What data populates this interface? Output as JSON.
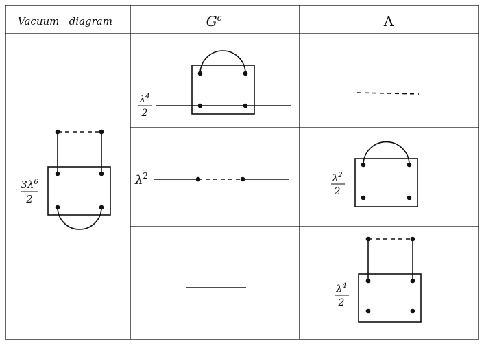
{
  "table": {
    "headers": {
      "vacuum": "Vacuum   diagram",
      "gc_base": "G",
      "gc_sup": "c",
      "lambda": "Λ"
    },
    "coefficients": {
      "vacuum_num": "3λ",
      "vacuum_num_exp": "6",
      "vacuum_den": "2",
      "gc1_num": "λ",
      "gc1_num_exp": "4",
      "gc1_den": "2",
      "gc2_base": "λ",
      "gc2_exp": "2",
      "lam2_num": "λ",
      "lam2_num_exp": "2",
      "lam2_den": "2",
      "lam3_num": "λ",
      "lam3_num_exp": "4",
      "lam3_den": "2"
    }
  }
}
